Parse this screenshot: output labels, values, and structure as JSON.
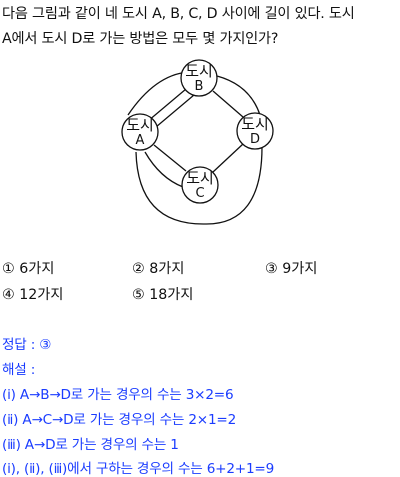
{
  "question": {
    "line1": "다음 그림과 같이 네 도시 A, B, C, D 사이에 길이 있다. 도시",
    "line2": "A에서 도시 D로 가는 방법은 모두 몇 가지인가?"
  },
  "diagram": {
    "nodes": [
      {
        "id": "B",
        "name": "도시",
        "letter": "B"
      },
      {
        "id": "A",
        "name": "도시",
        "letter": "A"
      },
      {
        "id": "D",
        "name": "도시",
        "letter": "D"
      },
      {
        "id": "C",
        "name": "도시",
        "letter": "C"
      }
    ]
  },
  "choices": [
    {
      "num": "①",
      "text": "6가지"
    },
    {
      "num": "②",
      "text": "8가지"
    },
    {
      "num": "③",
      "text": "9가지"
    },
    {
      "num": "④",
      "text": "12가지"
    },
    {
      "num": "⑤",
      "text": "18가지"
    }
  ],
  "answer": {
    "label": "정답 : ③",
    "explain_label": "해설 :",
    "lines": [
      "(ⅰ) A→B→D로 가는 경우의 수는 3×2=6",
      "(ⅱ) A→C→D로 가는 경우의 수는 2×1=2",
      "(ⅲ) A→D로 가는 경우의 수는 1",
      "(ⅰ), (ⅱ), (ⅲ)에서 구하는 경우의 수는 6+2+1=9"
    ]
  }
}
